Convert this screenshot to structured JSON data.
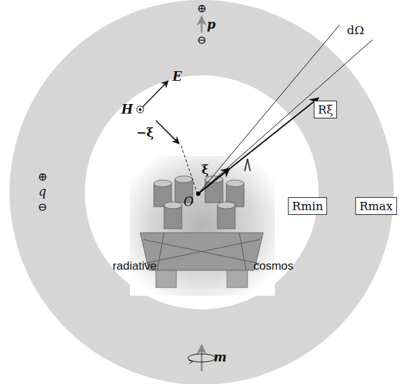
{
  "diagram": {
    "nodes": [
      {
        "text": [
          "Rξ"
        ]
      },
      {
        "text": [
          "Rmin"
        ]
      },
      {
        "text": [
          "Rmax"
        ]
      }
    ],
    "labels": [
      "⊕",
      "p",
      "⊖",
      "⊕",
      "q",
      "⊖",
      "m",
      "H",
      "E",
      "−ξ",
      "ξ",
      "O",
      "dΩ",
      "radiative",
      "cosmos"
    ]
  }
}
